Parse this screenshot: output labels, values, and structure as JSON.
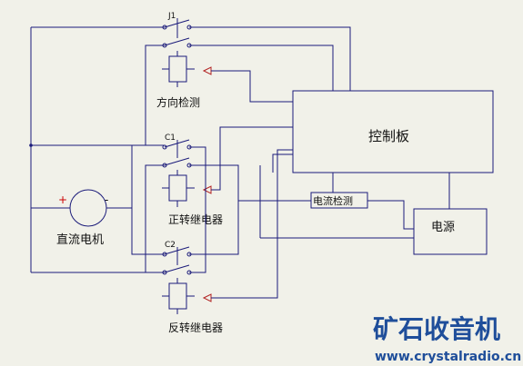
{
  "labels": {
    "direction_detect": "方向检测",
    "control_board": "控制板",
    "current_detect": "电流检测",
    "power": "电源",
    "dc_motor": "直流电机",
    "fwd_relay": "正转继电器",
    "rev_relay": "反转继电器",
    "switch_j1": "J1",
    "switch_c1": "C1",
    "switch_c2": "C2",
    "motor_plus": "+",
    "motor_minus": "-"
  },
  "watermark": {
    "title": "矿石收音机",
    "url": "www.crystalradio.cn"
  },
  "colors": {
    "background": "#f1f1e9",
    "wire": "#1b1b7a",
    "arrow": "#b22222",
    "motor_plus": "#cc0000",
    "watermark": "#1f4e9a"
  }
}
